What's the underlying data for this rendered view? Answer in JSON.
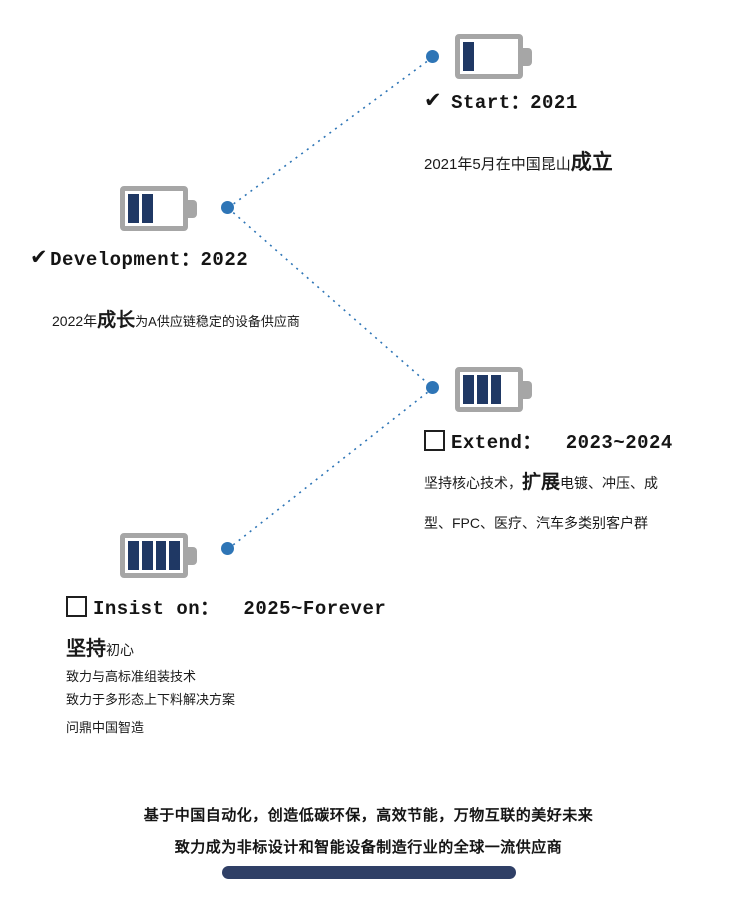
{
  "colors": {
    "accent_blue": "#2e75b6",
    "battery_gray": "#a6a6a6",
    "battery_navy": "#1f3864",
    "footer_navy": "#2f3f66"
  },
  "nodes": {
    "start": {
      "marker": "✔",
      "label": "Start：2021",
      "battery_level": 1,
      "desc_prefix": "2021年5月在中国昆山",
      "desc_emphasis": "成立"
    },
    "development": {
      "marker": "✔",
      "label": "Development：2022",
      "battery_level": 2,
      "desc_prefix": "2022年",
      "desc_emphasis": "成长",
      "desc_suffix": "为A供应链稳定的设备供应商"
    },
    "extend": {
      "label": "Extend：  2023~2024",
      "battery_level": 3,
      "desc_prefix": "坚持核心技术，",
      "desc_emphasis": "扩展",
      "desc_suffix": "电镀、冲压、成型、FPC、医疗、汽车多类别客户群"
    },
    "insist": {
      "label": "Insist on：  2025~Forever",
      "battery_level": 4,
      "headline_emphasis": "坚持",
      "headline_normal": "初心",
      "bullets": [
        "致力与高标准组装技术",
        "致力于多形态上下料解决方案",
        "问鼎中国智造"
      ]
    }
  },
  "footer": {
    "line1": "基于中国自动化，创造低碳环保，高效节能，万物互联的美好未来",
    "line2": "致力成为非标设计和智能设备制造行业的全球一流供应商"
  }
}
